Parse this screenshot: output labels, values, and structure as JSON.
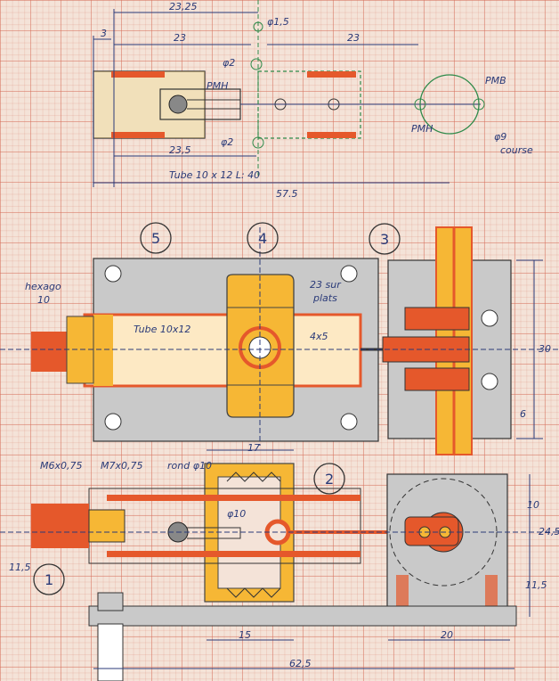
{
  "dims": {
    "d2325": "23,25",
    "d15a": "φ1,5",
    "d3": "3",
    "d23a": "23",
    "d23b": "23",
    "d2a": "φ2",
    "pmh_a": "PMH",
    "pmb": "PMB",
    "pmh_b": "PMH",
    "d9": "φ9",
    "course": "course",
    "d2b": "φ2",
    "d235": "23,5",
    "tube_top": "Tube 10 x 12   L: 40",
    "d575": "57.5",
    "hexago": "hexago",
    "ten_a": "10",
    "tube_mid": "Tube 10x12",
    "sur_plats": "23 sur",
    "plats": "plats",
    "m4x5": "4x5",
    "d30": "30",
    "d6": "6",
    "m6": "M6x0,75",
    "m7": "M7x0,75",
    "rond": "rond φ10",
    "d17": "17",
    "d10": "φ10",
    "d115a": "11,5",
    "d10b": "10",
    "d245": "24,5",
    "d115b": "11,5",
    "d15": "15",
    "d20": "20",
    "d625": "62,5"
  },
  "callouts": [
    "1",
    "2",
    "3",
    "4",
    "5"
  ],
  "colors": {
    "ink": "#2a3a78",
    "orange": "#e5582b",
    "yellow": "#f6b735",
    "grey": "#b7b7b7"
  }
}
